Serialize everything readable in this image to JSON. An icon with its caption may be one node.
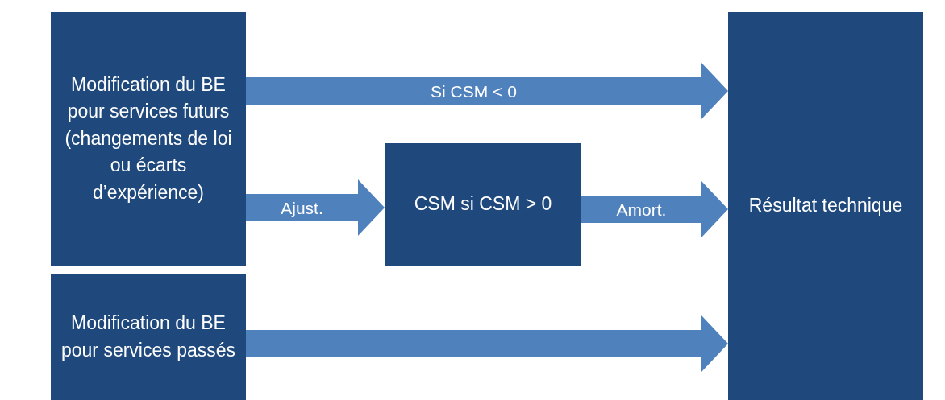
{
  "diagram": {
    "nodes": [
      {
        "text": [
          "Modification du BE pour services futurs (changements de loi ou écarts d’expérience)"
        ]
      },
      {
        "text": [
          "CSM si CSM > 0"
        ]
      },
      {
        "text": [
          "Résultat technique"
        ]
      },
      {
        "text": [
          "Modification du BE pour services passés"
        ]
      }
    ],
    "edges": [
      {
        "from": 0,
        "to": 2,
        "arrow": "to",
        "label": "Si CSM < 0"
      },
      {
        "from": 0,
        "to": 1,
        "arrow": "to",
        "label": "Ajust."
      },
      {
        "from": 1,
        "to": 2,
        "arrow": "to",
        "label": "Amort."
      },
      {
        "from": 3,
        "to": 2,
        "arrow": "to"
      }
    ]
  }
}
